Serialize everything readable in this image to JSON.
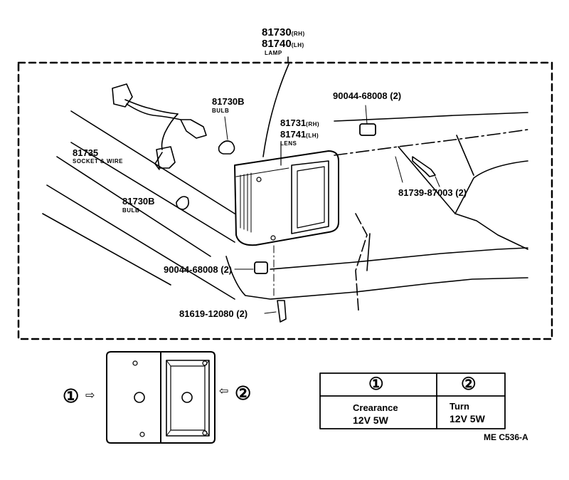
{
  "lamp": {
    "part_rh": "81730",
    "suffix_rh": "(RH)",
    "part_lh": "81740",
    "suffix_lh": "(LH)",
    "name": "LAMP"
  },
  "bulb_top": {
    "part": "81730B",
    "name": "BULB"
  },
  "socket": {
    "part": "81735",
    "name": "SOCKET & WIRE"
  },
  "bulb_bottom": {
    "part": "81730B",
    "name": "BULB"
  },
  "lens": {
    "part_rh": "81731",
    "suffix_rh": "(RH)",
    "part_lh": "81741",
    "suffix_lh": "(LH)",
    "name": "LENS"
  },
  "nut_top": {
    "part": "90044-68008 (2)"
  },
  "screw_right": {
    "part": "81739-87003 (2)"
  },
  "nut_mid": {
    "part": "90044-68008 (2)"
  },
  "screw_bottom": {
    "part": "81619-12080 (2)"
  },
  "view": {
    "marker_1": "①",
    "marker_2": "②",
    "arrow_1": "⇨",
    "arrow_2": "⇦"
  },
  "bulb_table": {
    "headers": [
      "①",
      "②"
    ],
    "functions": [
      "Crearance",
      "Turn"
    ],
    "ratings": [
      "12V 5W",
      "12V 5W"
    ]
  },
  "diagram_code": "ME C536-A"
}
